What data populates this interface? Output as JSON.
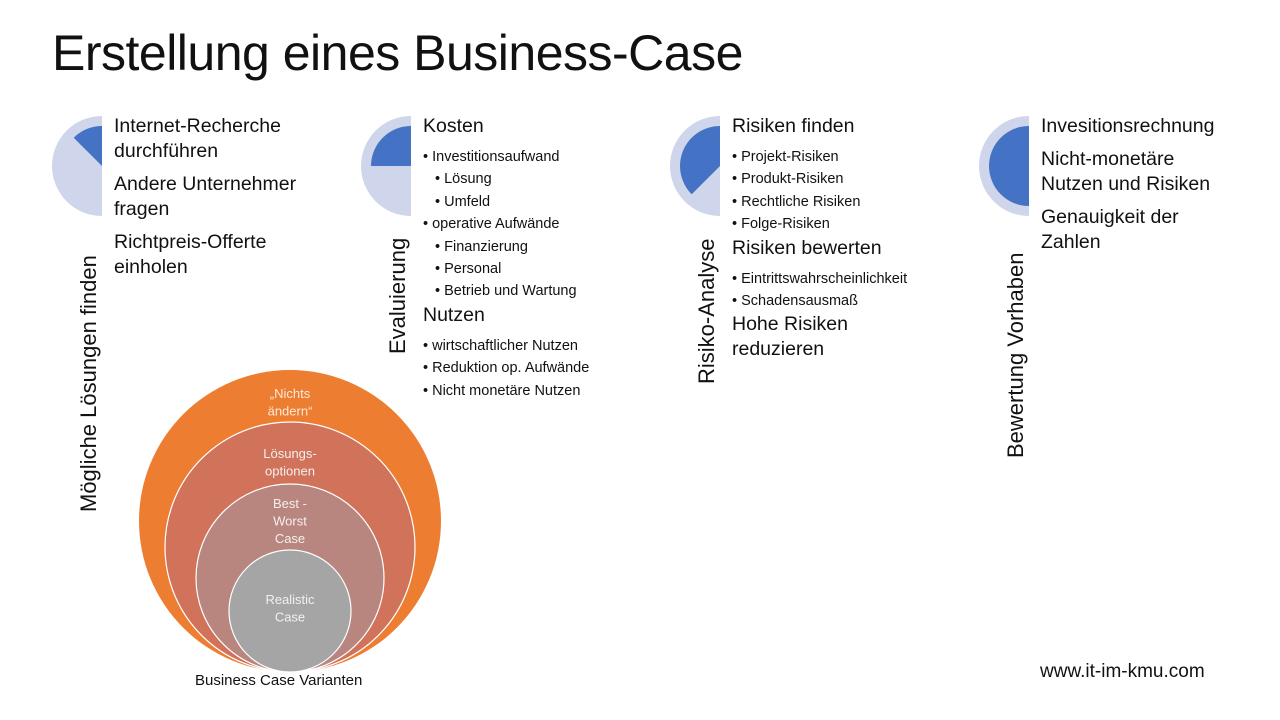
{
  "slide": {
    "title": "Erstellung eines Business-Case",
    "footer_link": "www.it-im-kmu.com",
    "colors": {
      "pie_background": "#cfd5ea",
      "pie_fill": "#4472c4",
      "ring_outer": "#ed7d31",
      "ring_second": "#d0735a",
      "ring_third": "#b8867f",
      "ring_inner": "#a5a5a5"
    }
  },
  "steps": [
    {
      "label": "Mögliche Lösungen finden",
      "progress_fraction": 0.125,
      "items": [
        {
          "type": "big",
          "text": "Internet-Recherche durchführen"
        },
        {
          "type": "big",
          "text": "Andere Unternehmer fragen"
        },
        {
          "type": "big",
          "text": "Richtpreis-Offerte einholen"
        }
      ]
    },
    {
      "label": "Evaluierung",
      "progress_fraction": 0.25,
      "items": [
        {
          "type": "heading",
          "text": "Kosten"
        },
        {
          "type": "l1",
          "text": "Investitionsaufwand"
        },
        {
          "type": "l2",
          "text": "Lösung"
        },
        {
          "type": "l2",
          "text": "Umfeld"
        },
        {
          "type": "l1",
          "text": "operative Aufwände"
        },
        {
          "type": "l2",
          "text": "Finanzierung"
        },
        {
          "type": "l2",
          "text": "Personal"
        },
        {
          "type": "l2",
          "text": "Betrieb und Wartung"
        },
        {
          "type": "heading",
          "text": "Nutzen"
        },
        {
          "type": "l1",
          "text": "wirtschaftlicher Nutzen"
        },
        {
          "type": "l1",
          "text": "Reduktion op. Aufwände"
        },
        {
          "type": "l1",
          "text": "Nicht monetäre Nutzen"
        }
      ]
    },
    {
      "label": "Risiko-Analyse",
      "progress_fraction": 0.375,
      "items": [
        {
          "type": "heading",
          "text": "Risiken finden"
        },
        {
          "type": "l1",
          "text": "Projekt-Risiken"
        },
        {
          "type": "l1",
          "text": "Produkt-Risiken"
        },
        {
          "type": "l1",
          "text": "Rechtliche Risiken"
        },
        {
          "type": "l1",
          "text": "Folge-Risiken"
        },
        {
          "type": "heading",
          "text": "Risiken bewerten"
        },
        {
          "type": "l1",
          "text": "Eintrittswahrscheinlichkeit"
        },
        {
          "type": "l1",
          "text": "Schadensausmaß"
        },
        {
          "type": "heading",
          "text": "Hohe Risiken reduzieren"
        }
      ]
    },
    {
      "label": "Bewertung Vorhaben",
      "progress_fraction": 0.5,
      "items": [
        {
          "type": "big",
          "text": "Invesitionsrechnung"
        },
        {
          "type": "big",
          "text": "Nicht-monetäre Nutzen und Risiken"
        },
        {
          "type": "big",
          "text": "Genauigkeit der Zahlen"
        }
      ]
    }
  ],
  "variants": {
    "caption": "Business Case Varianten",
    "rings": [
      {
        "lines": [
          "„Nichts",
          "ändern“"
        ]
      },
      {
        "lines": [
          "Lösungs-",
          "optionen"
        ]
      },
      {
        "lines": [
          "Best -",
          "Worst",
          "Case"
        ]
      },
      {
        "lines": [
          "Realistic",
          "Case"
        ]
      }
    ]
  }
}
